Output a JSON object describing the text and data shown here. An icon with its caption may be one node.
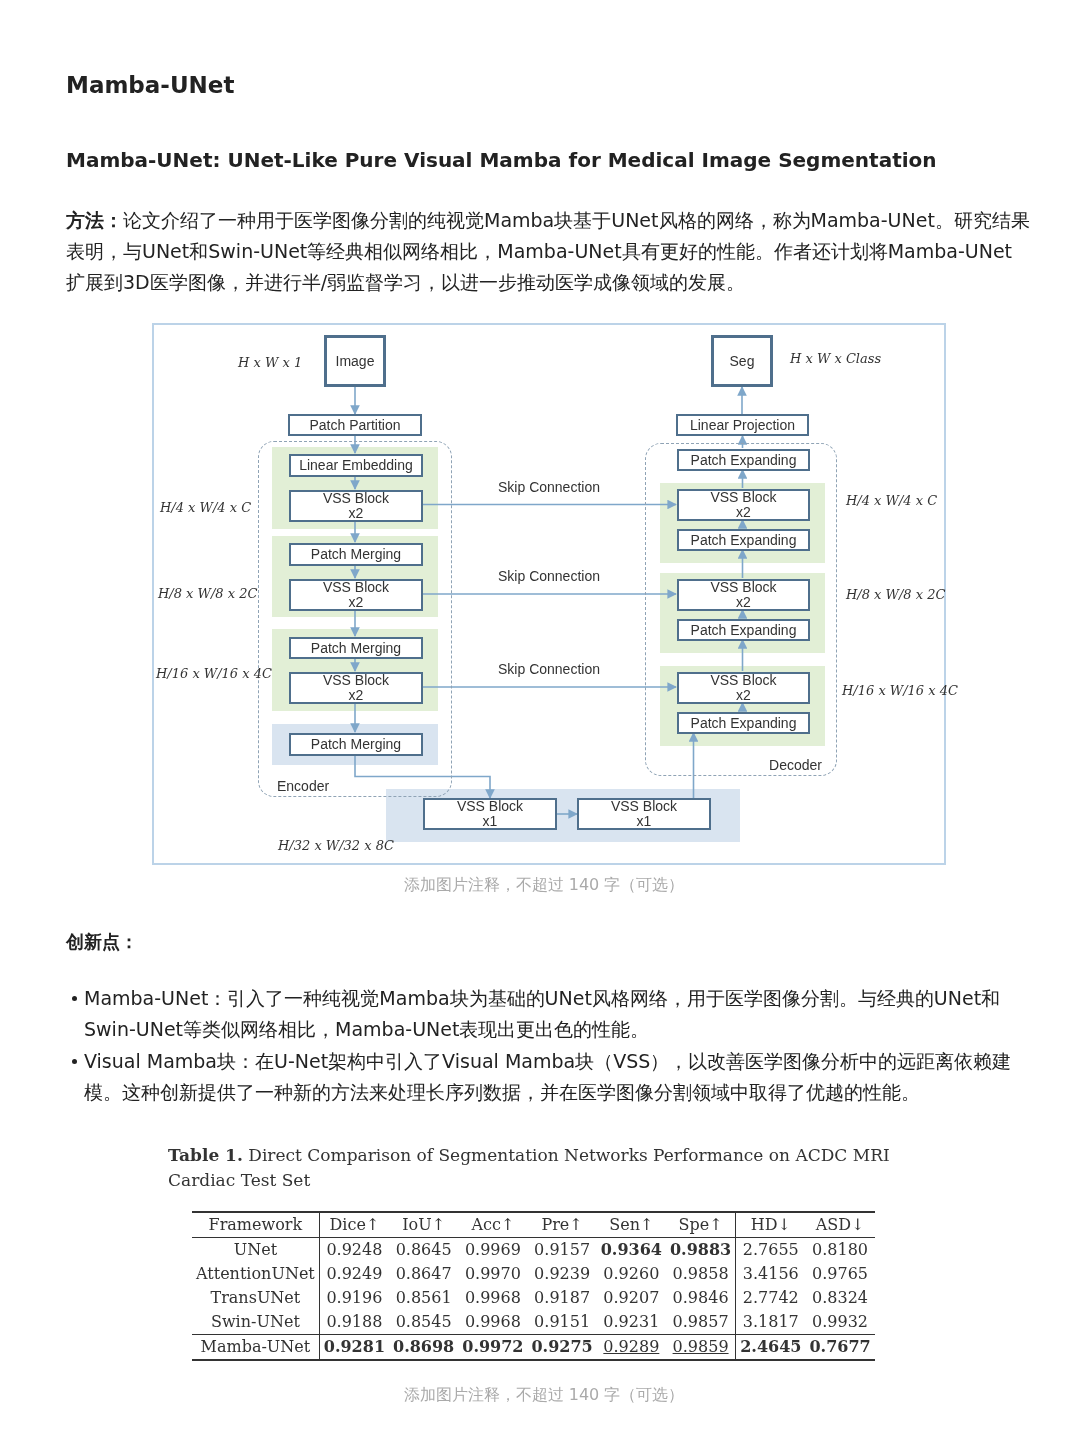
{
  "diagram": {
    "title": "Mamba-UNet",
    "nodes": [
      {
        "text": [
          "Image"
        ]
      },
      {
        "text": [
          "Patch Partition"
        ]
      },
      {
        "text": [
          "Encoder"
        ]
      },
      {
        "text": [
          "Linear Embedding"
        ],
        "in": 2
      },
      {
        "text": [
          "VSS Block x2"
        ],
        "in": 2
      },
      {
        "text": [
          "Patch Merging"
        ],
        "in": 2
      },
      {
        "text": [
          "VSS Block x2"
        ],
        "in": 2
      },
      {
        "text": [
          "Patch Merging"
        ],
        "in": 2
      },
      {
        "text": [
          "VSS Block x2"
        ],
        "in": 2
      },
      {
        "text": [
          "Patch Merging"
        ],
        "in": 2
      },
      {
        "text": [
          "VSS Block x1"
        ]
      },
      {
        "text": [
          "VSS Block x1"
        ]
      },
      {
        "text": [
          "Seg"
        ]
      },
      {
        "text": [
          "Linear Projection"
        ]
      },
      {
        "text": [
          "Decoder"
        ]
      },
      {
        "text": [
          "Patch Expanding"
        ],
        "in": 14
      },
      {
        "text": [
          "VSS Block x2"
        ],
        "in": 14
      },
      {
        "text": [
          "Patch Expanding"
        ],
        "in": 14
      },
      {
        "text": [
          "VSS Block x2"
        ],
        "in": 14
      },
      {
        "text": [
          "Patch Expanding"
        ],
        "in": 14
      },
      {
        "text": [
          "VSS Block x2"
        ],
        "in": 14
      },
      {
        "text": [
          "Patch Expanding"
        ],
        "in": 14
      }
    ],
    "edges": [
      {
        "from": 0,
        "to": 1,
        "arrow": "to"
      },
      {
        "from": 1,
        "to": 3,
        "arrow": "to"
      },
      {
        "from": 3,
        "to": 4,
        "arrow": "to"
      },
      {
        "from": 4,
        "to": 5,
        "arrow": "to"
      },
      {
        "from": 5,
        "to": 6,
        "arrow": "to"
      },
      {
        "from": 6,
        "to": 7,
        "arrow": "to"
      },
      {
        "from": 7,
        "to": 8,
        "arrow": "to"
      },
      {
        "from": 8,
        "to": 9,
        "arrow": "to"
      },
      {
        "from": 9,
        "to": 10,
        "arrow": "to"
      },
      {
        "from": 10,
        "to": 11,
        "arrow": "to"
      },
      {
        "from": 11,
        "to": 21,
        "arrow": "to"
      },
      {
        "from": 21,
        "to": 20,
        "arrow": "to"
      },
      {
        "from": 20,
        "to": 19,
        "arrow": "to"
      },
      {
        "from": 19,
        "to": 18,
        "arrow": "to"
      },
      {
        "from": 18,
        "to": 17,
        "arrow": "to"
      },
      {
        "from": 17,
        "to": 16,
        "arrow": "to"
      },
      {
        "from": 16,
        "to": 15,
        "arrow": "to"
      },
      {
        "from": 15,
        "to": 13,
        "arrow": "to"
      },
      {
        "from": 13,
        "to": 12,
        "arrow": "to"
      },
      {
        "from": 4,
        "to": 16,
        "arrow": "to",
        "label": "Skip Connection"
      },
      {
        "from": 6,
        "to": 18,
        "arrow": "to",
        "label": "Skip Connection"
      },
      {
        "from": 8,
        "to": 20,
        "arrow": "to",
        "label": "Skip Connection"
      }
    ],
    "labels": [
      "Mamba-UNet: UNet-Like Pure Visual Mamba for Medical Image Segmentation",
      "**方法：**论文介绍了一种用于医学图像分割的纯视觉Mamba块基于UNet风格的网络，称为Mamba-UNet。研究结果表明，与UNet和Swin-UNet等经典相似网络相比，Mamba-UNet具有更好的性能。作者还计划将Mamba-UNet扩展到3D医学图像，并进行半/弱监督学习，以进一步推动医学成像领域的发展。",
      "H x W x 1",
      "H x W x Class",
      "H/4 x W/4 x C",
      "H/4 x W/4 x C",
      "H/8 x W/8 x 2C",
      "H/8 x W/8 x 2C",
      "H/16 x W/16 x 4C",
      "H/16 x W/16 x 4C",
      "H/32 x W/32 x 8C",
      "添加图片注释，不超过 140 字（可选）",
      "创新点：",
      "Mamba-UNet：引入了一种纯视觉Mamba块为基础的UNet风格网络，用于医学图像分割。与经典的UNet和Swin-UNet等类似网络相比，Mamba-UNet表现出更出色的性能。",
      "Visual Mamba块：在U-Net架构中引入了Visual Mamba块（VSS），以改善医学图像分析中的远距离依赖建模。这种创新提供了一种新的方法来处理长序列数据，并在医学图像分割领域中取得了优越的性能。",
      "**Table 1.** Direct Comparison of Segmentation Networks Performance on ACDC MRI Cardiac Test Set",
      "Framework",
      "Dice↑",
      "IoU↑",
      "Acc↑",
      "Pre↑",
      "Sen↑",
      "Spe↑",
      "HD↓",
      "ASD↓",
      "UNet",
      "0.9248",
      "0.8645",
      "0.9969",
      "0.9157",
      "0.9364",
      "0.9883",
      "2.7655",
      "0.8180",
      "AttentionUNet",
      "0.9249",
      "0.8647",
      "0.9970",
      "0.9239",
      "0.9260",
      "0.9858",
      "3.4156",
      "0.9765",
      "TransUNet",
      "0.9196",
      "0.8561",
      "0.9968",
      "0.9187",
      "0.9207",
      "0.9846",
      "2.7742",
      "0.8324",
      "Swin-UNet",
      "0.9188",
      "0.8545",
      "0.9968",
      "0.9151",
      "0.9231",
      "0.9857",
      "3.1817",
      "0.9932",
      "Mamba-UNet",
      "0.9281",
      "0.8698",
      "0.9972",
      "0.9275",
      "0.9289",
      "0.9859",
      "2.4645",
      "0.7677",
      "添加图片注释，不超过 140 字（可选）"
    ]
  }
}
